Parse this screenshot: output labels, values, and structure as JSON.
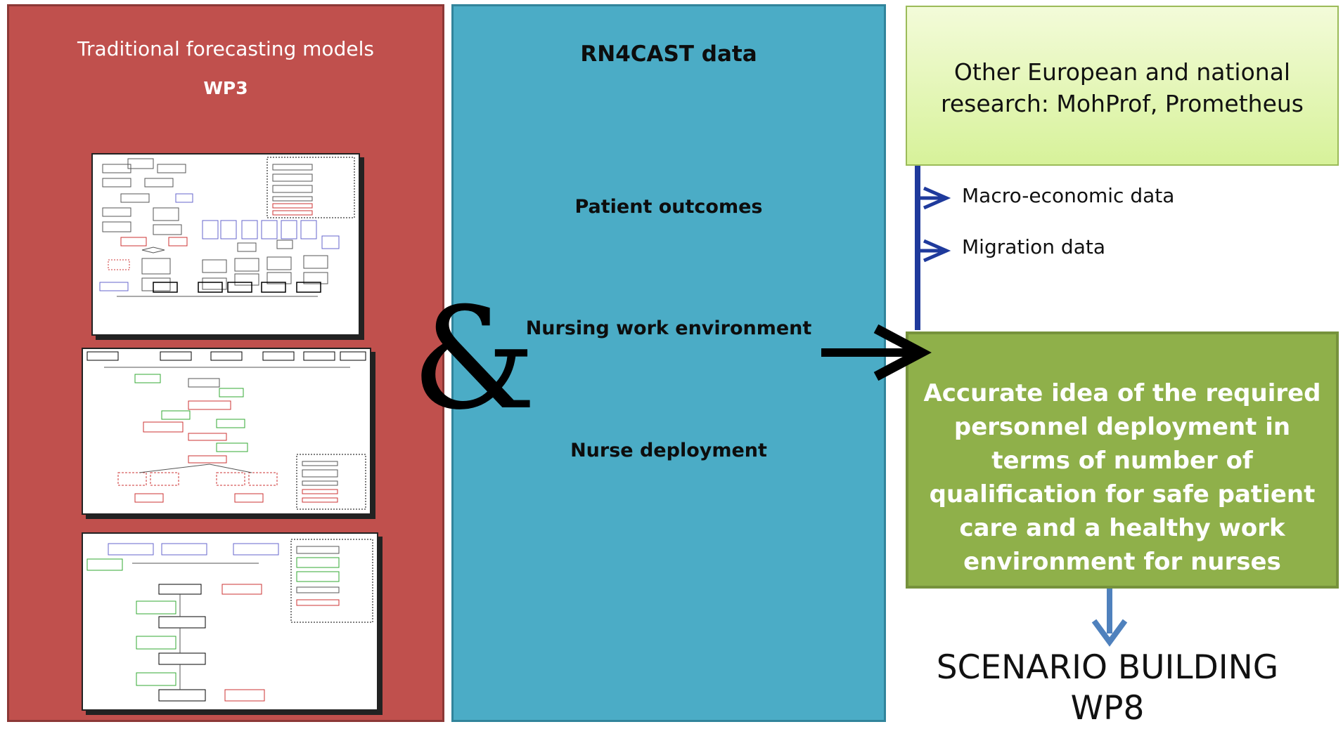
{
  "left_panel": {
    "title": "Traditional forecasting models",
    "workpackage": "WP3",
    "thumbnails": [
      "flow-diagram-1",
      "flow-diagram-2",
      "flow-diagram-3"
    ]
  },
  "middle_panel": {
    "title": "RN4CAST data",
    "items": [
      "Patient outcomes",
      "Nursing work environment",
      "Nurse deployment"
    ]
  },
  "connector_symbol": "&",
  "right_panel": {
    "other_research": "Other European and national research: MohProf, Prometheus",
    "inputs": [
      "Macro-economic data",
      "Migration data"
    ],
    "outcome": "Accurate idea of the required personnel deployment in terms of number of qualification for safe patient care and a healthy work environment for nurses",
    "result_line1": "SCENARIO BUILDING",
    "result_line2": "WP8"
  },
  "colors": {
    "red_panel": "#c0504d",
    "blue_panel": "#4bacc6",
    "light_green": "#d7f29a",
    "dark_green": "#8fb04a",
    "navy_connector": "#1f3a9c",
    "down_arrow": "#4f81bd"
  }
}
